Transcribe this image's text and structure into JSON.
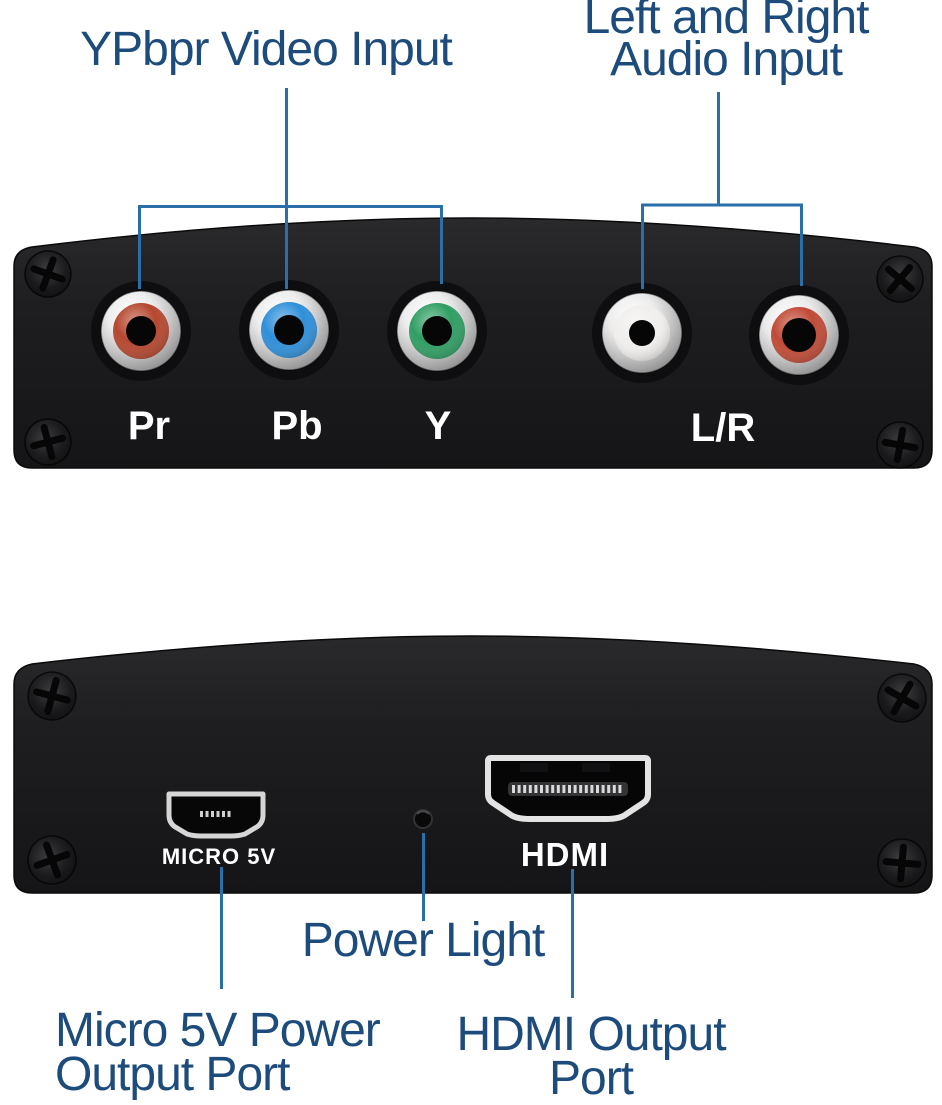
{
  "colors": {
    "annotation_text": "#1d4c7c",
    "annotation_line": "#2a6fa8",
    "device_body": "#1d1d1f",
    "port_label_text": "#ffffff"
  },
  "annotations": {
    "ypbpr_video_input": "YPbpr Video Input",
    "audio_input_line1": "Left and Right",
    "audio_input_line2": "Audio Input",
    "power_light": "Power Light",
    "micro_power_line1": "Micro 5V Power",
    "micro_power_line2": "Output Port",
    "hdmi_output_line1": "HDMI Output",
    "hdmi_output_line2": "Port"
  },
  "top_device": {
    "ports": [
      {
        "name": "Pr component video jack",
        "label": "Pr",
        "color": "#b5472f"
      },
      {
        "name": "Pb component video jack",
        "label": "Pb",
        "color": "#2f8fd9"
      },
      {
        "name": "Y component video jack",
        "label": "Y",
        "color": "#2f9e63"
      },
      {
        "name": "Left audio jack",
        "label": "",
        "color": "#f0efed"
      },
      {
        "name": "Right audio jack",
        "label": "",
        "color": "#c04a36"
      }
    ],
    "labels": {
      "pr": "Pr",
      "pb": "Pb",
      "y": "Y",
      "lr": "L/R"
    }
  },
  "bottom_device": {
    "labels": {
      "micro_usb": "MICRO 5V",
      "hdmi": "HDMI"
    }
  }
}
